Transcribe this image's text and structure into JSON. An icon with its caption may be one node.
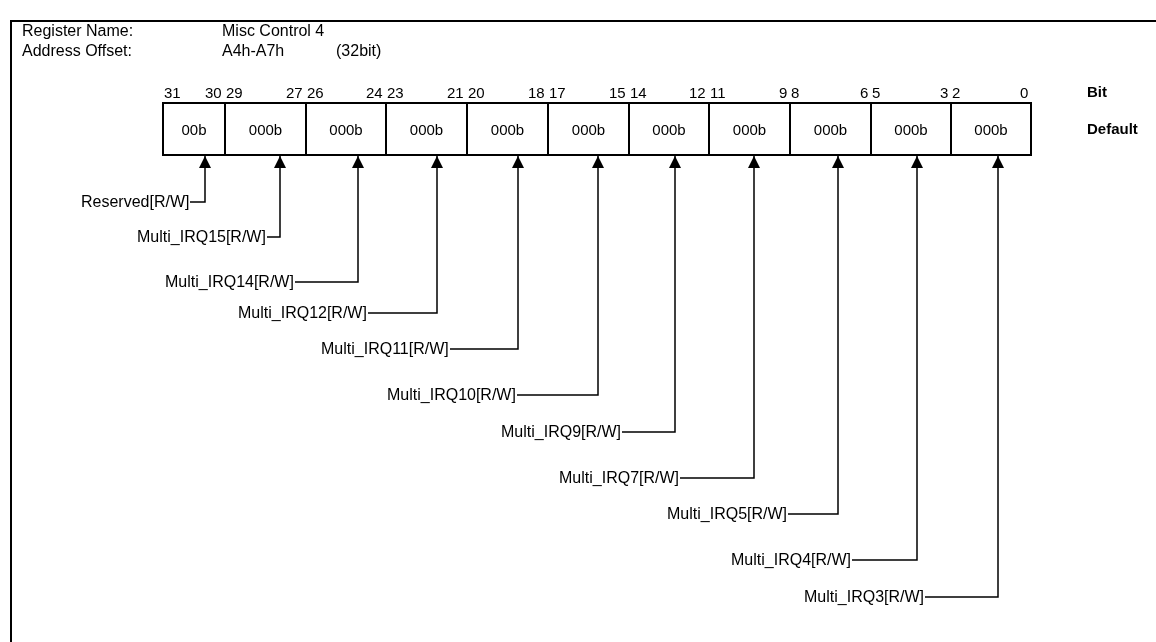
{
  "diagram": {
    "nodes": [
      {
        "text": [
          "00b"
        ],
        "beside": [
          "31",
          "30"
        ]
      },
      {
        "text": [
          "000b"
        ],
        "beside": [
          "29",
          "27"
        ]
      },
      {
        "text": [
          "000b"
        ],
        "beside": [
          "26",
          "24"
        ]
      },
      {
        "text": [
          "000b"
        ],
        "beside": [
          "23",
          "21"
        ]
      },
      {
        "text": [
          "000b"
        ],
        "beside": [
          "20",
          "18"
        ]
      },
      {
        "text": [
          "000b"
        ],
        "beside": [
          "17",
          "15"
        ]
      },
      {
        "text": [
          "000b"
        ],
        "beside": [
          "14",
          "12"
        ]
      },
      {
        "text": [
          "000b"
        ],
        "beside": [
          "11",
          "9"
        ]
      },
      {
        "text": [
          "000b"
        ],
        "beside": [
          "8",
          "6"
        ]
      },
      {
        "text": [
          "000b"
        ],
        "beside": [
          "5",
          "3"
        ]
      },
      {
        "text": [
          "000b"
        ],
        "beside": [
          "2",
          "0"
        ]
      },
      {
        "text": [
          "Reserved[R/W]"
        ]
      },
      {
        "text": [
          "Multi_IRQ15[R/W]"
        ]
      },
      {
        "text": [
          "Multi_IRQ14[R/W]"
        ]
      },
      {
        "text": [
          "Multi_IRQ12[R/W]"
        ]
      },
      {
        "text": [
          "Multi_IRQ11[R/W]"
        ]
      },
      {
        "text": [
          "Multi_IRQ10[R/W]"
        ]
      },
      {
        "text": [
          "Multi_IRQ9[R/W]"
        ]
      },
      {
        "text": [
          "Multi_IRQ7[R/W]"
        ]
      },
      {
        "text": [
          "Multi_IRQ5[R/W]"
        ]
      },
      {
        "text": [
          "Multi_IRQ4[R/W]"
        ]
      },
      {
        "text": [
          "Multi_IRQ3[R/W]"
        ]
      }
    ],
    "edges": [
      {
        "from": 11,
        "to": 0,
        "arrow": "to"
      },
      {
        "from": 12,
        "to": 1,
        "arrow": "to"
      },
      {
        "from": 13,
        "to": 2,
        "arrow": "to"
      },
      {
        "from": 14,
        "to": 3,
        "arrow": "to"
      },
      {
        "from": 15,
        "to": 4,
        "arrow": "to"
      },
      {
        "from": 16,
        "to": 5,
        "arrow": "to"
      },
      {
        "from": 17,
        "to": 6,
        "arrow": "to"
      },
      {
        "from": 18,
        "to": 7,
        "arrow": "to"
      },
      {
        "from": 19,
        "to": 8,
        "arrow": "to"
      },
      {
        "from": 20,
        "to": 9,
        "arrow": "to"
      },
      {
        "from": 21,
        "to": 10,
        "arrow": "to"
      }
    ],
    "labels": [
      "Register Name:",
      "Misc Control 4",
      "Address Offset:",
      "A4h-A7h",
      "(32bit)",
      "Bit",
      "Default"
    ]
  }
}
